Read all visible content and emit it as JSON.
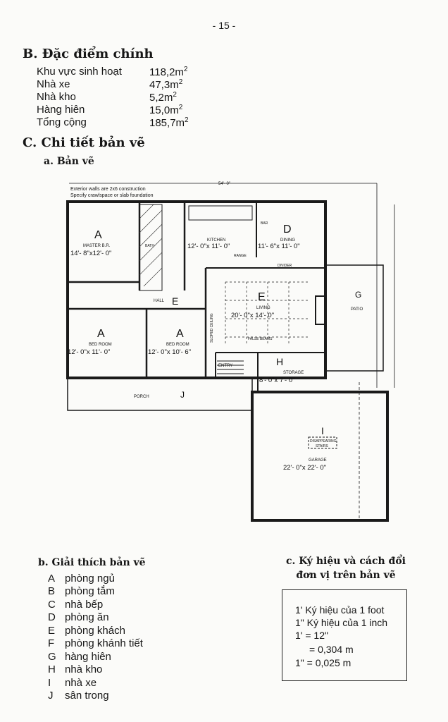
{
  "page_number": "- 15 -",
  "section_b": {
    "title": "B. Đặc điểm chính",
    "rows": [
      {
        "label": "Khu vực sinh hoạt",
        "value": "118,2m",
        "unit": "2"
      },
      {
        "label": "Nhà xe",
        "value": "47,3m",
        "unit": "2"
      },
      {
        "label": "Nhà kho",
        "value": "5,2m",
        "unit": "2"
      },
      {
        "label": "Hàng hiên",
        "value": "15,0m",
        "unit": "2"
      },
      {
        "label": "Tổng cộng",
        "value": "185,7m",
        "unit": "2"
      }
    ]
  },
  "section_c": {
    "title": "C. Chi tiết bản vẽ",
    "sub_a": "a. Bản vẽ",
    "sub_b": "b. Giải thích bản vẽ",
    "sub_c_line1": "c. Ký hiệu và cách đổi",
    "sub_c_line2": "đơn vị trên bản vẽ"
  },
  "plan": {
    "note1": "Exterior walls are 2x6 construction",
    "note2": "Specify crawlspace or slab foundation",
    "master_letter": "A",
    "master_name": "MASTER B.R.",
    "master_dim": "14'- 8\"x12'- 0\"",
    "kitchen_name": "KITCHEN",
    "kitchen_dim": "12'- 0\"x 11'- 0\"",
    "dining_letter": "D",
    "dining_name": "DINING",
    "dining_dim": "11'- 6\"x 11'- 0\"",
    "bar": "BAR",
    "range": "RANGE",
    "bath": "BATH",
    "hall": "HALL",
    "hall_letter": "E",
    "divider": "DIVIDER",
    "living_letter": "E",
    "living_name": "LIVING",
    "living_dim": "20'- 0\"x 14'- 0\"",
    "false_beams": "FALSE BEAMS",
    "sloped_ceiling": "SLOPED CEILING",
    "patio_letter": "G",
    "patio_name": "PATIO",
    "bed1_letter": "A",
    "bed1_name": "BED ROOM",
    "bed1_dim": "12'- 0\"x 11'- 0\"",
    "bed2_letter": "A",
    "bed2_name": "BED ROOM",
    "bed2_dim": "12'- 0\"x 10'- 6\"",
    "storage_letter": "H",
    "storage_name": "STORAGE",
    "storage_dim": "8'- 0\"x 7'- 0\"",
    "entry": "ENTRY",
    "porch": "PORCH",
    "porch_letter": "J",
    "garage_letter": "I",
    "disappearing": "DISAPPEARING",
    "stairs": "STAIRS",
    "garage_name": "GARAGE",
    "garage_dim": "22'- 0\"x 22'- 0\"",
    "overall_dim": "54'- 0\""
  },
  "legend": [
    {
      "letter": "A",
      "text": "phòng ngủ"
    },
    {
      "letter": "B",
      "text": "phòng tắm"
    },
    {
      "letter": "C",
      "text": "nhà bếp"
    },
    {
      "letter": "D",
      "text": "phòng ăn"
    },
    {
      "letter": "E",
      "text": "phòng khách"
    },
    {
      "letter": "F",
      "text": "phòng khánh tiết"
    },
    {
      "letter": "G",
      "text": "hàng hiên"
    },
    {
      "letter": "H",
      "text": "nhà kho"
    },
    {
      "letter": "I",
      "text": "nhà xe"
    },
    {
      "letter": "J",
      "text": "sân trong"
    }
  ],
  "units_box": {
    "line1": "1' Ký hiệu của 1 foot",
    "line2": "1\" Ký hiệu của 1 inch",
    "line3": "1' = 12\"",
    "line4": "= 0,304 m",
    "line5": "1\" = 0,025 m"
  }
}
